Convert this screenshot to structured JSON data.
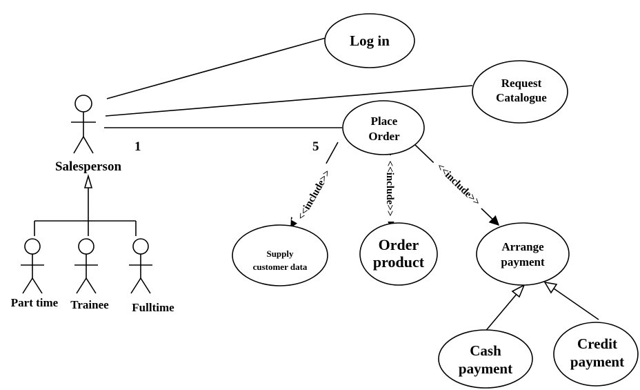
{
  "actors": {
    "salesperson": "Salesperson",
    "part_time": "Part time",
    "trainee": "Trainee",
    "fulltime": "Fulltime"
  },
  "use_cases": {
    "log_in": "Log in",
    "request_catalogue": [
      "Request",
      "Catalogue"
    ],
    "place_order": [
      "Place",
      "Order"
    ],
    "supply_customer_data": [
      "Supply",
      "customer data"
    ],
    "order_product": [
      "Order",
      "product"
    ],
    "arrange_payment": [
      "Arrange",
      "payment"
    ],
    "cash_payment": [
      "Cash",
      "payment"
    ],
    "credit_payment": [
      "Credit",
      "payment"
    ]
  },
  "multiplicity": {
    "salesperson_end": "1",
    "place_order_end": "5"
  },
  "stereotypes": {
    "include": "<<include>>"
  }
}
